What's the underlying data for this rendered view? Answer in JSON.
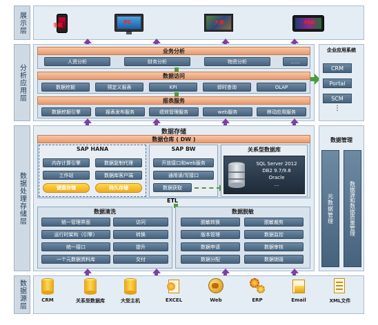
{
  "layers": {
    "display": "展示层",
    "analysis": "分析应用层",
    "processing": "数据处理存储层",
    "source": "数据源层"
  },
  "display_devices": [
    {
      "label": "手机",
      "icon": "phone-icon"
    },
    {
      "label": "PC",
      "icon": "monitor-icon"
    },
    {
      "label": "大屏",
      "icon": "big-screen-icon"
    },
    {
      "label": "PAD",
      "icon": "tablet-icon"
    }
  ],
  "analysis": {
    "biz_title": "业务分析",
    "biz_items": [
      "人资分析",
      "财务分析",
      "物资分析",
      "......"
    ],
    "access_title": "数据访问",
    "access_items": [
      "数据挖掘",
      "预定义报表",
      "KPI",
      "即时查询",
      "OLAP"
    ],
    "report_title": "报表服务",
    "report_items": [
      "数据挖掘引擎",
      "报表发布服务",
      "绩效管理服务",
      "web服务",
      "移动应用服务"
    ]
  },
  "enterprise": {
    "title": "企业应用系统",
    "items": [
      "CRM",
      "Portal",
      "SCM",
      "⋮"
    ]
  },
  "storage": {
    "title": "数据存储",
    "dw_title": "数据仓库 ( DW )",
    "hana_title": "SAP HANA",
    "hana_items": [
      "内存计算引擎",
      "数据复制代理",
      "工作站",
      "数据库客户端"
    ],
    "hana_gold": [
      "键盘存储",
      "持久存储"
    ],
    "bw_title": "SAP BW",
    "bw_items": [
      "开放接口和web服务",
      "通用读/写接口",
      "数据获取"
    ],
    "rdb_title": "关系型数据库",
    "rdb_text": [
      "SQL Server 2012",
      "DB2 9.7/9.8",
      "Oracle",
      "..."
    ]
  },
  "etl": {
    "label": "ETL",
    "clean_title": "数据清洗",
    "clean_rows": [
      [
        "统一管理界面",
        "访问"
      ],
      [
        "运行时架构（引擎）",
        "转换"
      ],
      [
        "统一接口",
        "提升"
      ],
      [
        "一个元数据资料库",
        "交付"
      ]
    ],
    "mask_title": "数据脱敏",
    "mask_rows": [
      [
        "脱敏转换",
        "脱敏裁剪"
      ],
      [
        "版本管理",
        "数据监控"
      ],
      [
        "数据申请",
        "数据审核"
      ],
      [
        "数据分配",
        "数据销毁"
      ]
    ]
  },
  "data_mgmt": {
    "title": "数据管理",
    "cols": [
      "元数据管理",
      "数据源和数据质量管理"
    ]
  },
  "sources": [
    {
      "label": "CRM",
      "icon": "database-icon"
    },
    {
      "label": "关系型数据库",
      "icon": "database-icon"
    },
    {
      "label": "大型主机",
      "icon": "database-icon"
    },
    {
      "label": "EXCEL",
      "icon": "excel-icon"
    },
    {
      "label": "Web",
      "icon": "web-icon"
    },
    {
      "label": "ERP",
      "icon": "erp-icon"
    },
    {
      "label": "Email",
      "icon": "email-icon"
    },
    {
      "label": "XML文件",
      "icon": "xml-icon"
    }
  ],
  "colors": {
    "accent": "#e89a6d",
    "button": "#46627c",
    "arrow": "#7d3fa0",
    "green": "#4d9a3a"
  }
}
